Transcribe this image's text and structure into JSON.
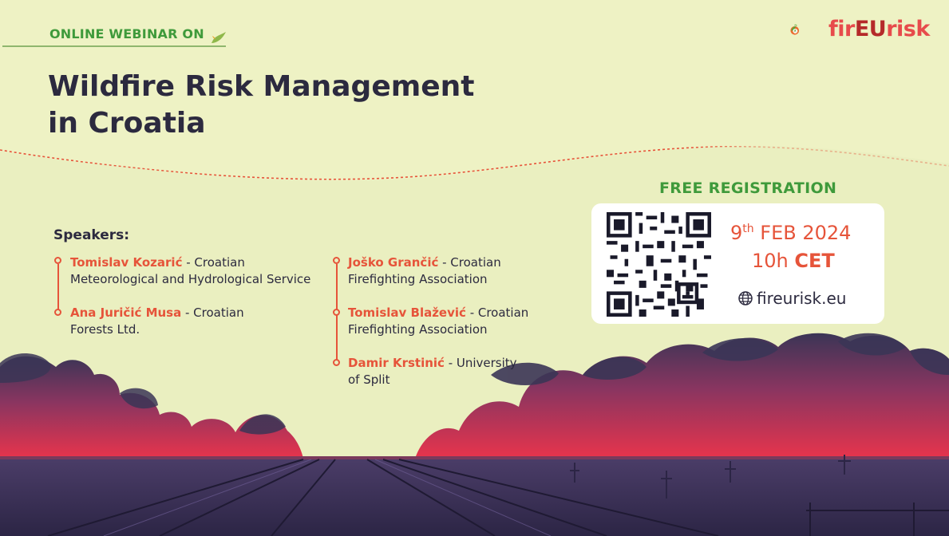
{
  "header": {
    "webinar_label": "ONLINE WEBINAR ON",
    "title_line1": "Wildfire Risk Management",
    "title_line2": "in Croatia"
  },
  "logo": {
    "prefix": "fir",
    "highlight": "EU",
    "suffix": "risk",
    "icon": "flame-leaf-logo-icon"
  },
  "speakers": {
    "label": "Speakers:",
    "items": [
      {
        "name": "Tomislav Kozarić",
        "org_line1": " - Croatian",
        "org_line2": "Meteorological and Hydrological Service"
      },
      {
        "name": "Ana Juričić Musa",
        "org_line1": " - Croatian",
        "org_line2": "Forests Ltd."
      },
      {
        "name": "Joško Grančić",
        "org_line1": " - Croatian",
        "org_line2": "Firefighting Association"
      },
      {
        "name": "Tomislav Blažević",
        "org_line1": " - Croatian",
        "org_line2": "Firefighting Association"
      },
      {
        "name": "Damir Krstinić",
        "org_line1": " - University",
        "org_line2": "of Split"
      }
    ]
  },
  "registration": {
    "label": "FREE REGISTRATION",
    "day": "9",
    "day_suffix": "th",
    "month_year": " FEB 2024",
    "time": "10h",
    "timezone": "CET",
    "website": "fireurisk.eu",
    "qr_icon": "qr-code-icon",
    "globe_icon": "globe-icon"
  },
  "colors": {
    "background": "#eaefc0",
    "title": "#2c2a3f",
    "green": "#3f9a3b",
    "accent_red": "#e6543a",
    "trees_dark": "#3b3556",
    "glow": "#e8344c"
  }
}
